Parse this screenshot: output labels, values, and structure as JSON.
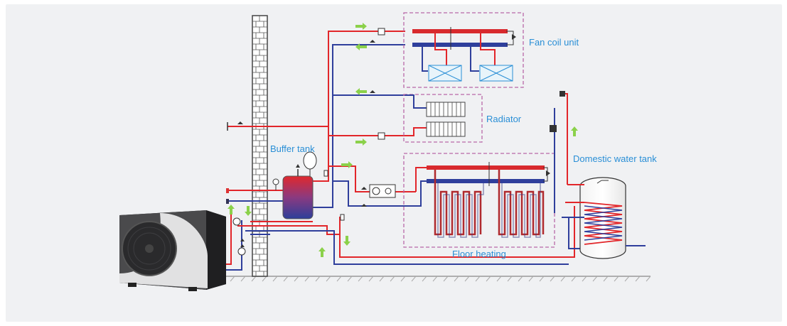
{
  "labels": {
    "fan_coil": "Fan coil unit",
    "radiator": "Radiator",
    "buffer_tank": "Buffer tank",
    "domestic_tank": "Domestic water tank",
    "floor_heating": "Floor heating"
  },
  "colors": {
    "hot_pipe": "#e2262a",
    "cold_pipe": "#2f3f9c",
    "flow_arrow": "#8bd14a",
    "zone_border": "#b868a8",
    "label_text": "#2a8fd6",
    "background": "#f0f1f3"
  },
  "icons": [
    "flow-arrow-icon",
    "valve-icon",
    "pump-icon",
    "heat-pump-unit",
    "fan-coil-icon",
    "radiator-icon",
    "floor-coil-icon",
    "tank-coil-icon"
  ]
}
